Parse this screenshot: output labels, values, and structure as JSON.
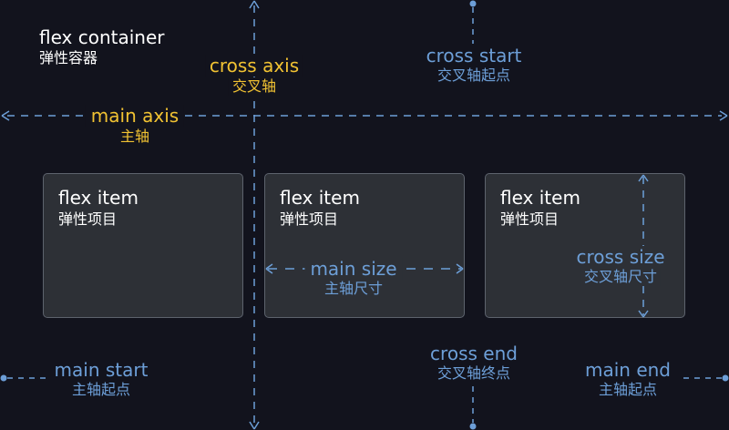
{
  "container": {
    "title_en": "flex container",
    "title_zh": "弹性容器"
  },
  "cross_axis": {
    "en": "cross axis",
    "zh": "交叉轴"
  },
  "main_axis": {
    "en": "main axis",
    "zh": "主轴"
  },
  "cross_start": {
    "en": "cross start",
    "zh": "交叉轴起点"
  },
  "cross_end": {
    "en": "cross end",
    "zh": "交叉轴终点"
  },
  "main_start": {
    "en": "main start",
    "zh": "主轴起点"
  },
  "main_end": {
    "en": "main end",
    "zh": "主轴起点"
  },
  "main_size": {
    "en": "main size",
    "zh": "主轴尺寸"
  },
  "cross_size": {
    "en": "cross size",
    "zh": "交叉轴尺寸"
  },
  "items": [
    {
      "en": "flex item",
      "zh": "弹性项目"
    },
    {
      "en": "flex item",
      "zh": "弹性项目"
    },
    {
      "en": "flex item",
      "zh": "弹性项目"
    }
  ],
  "colors": {
    "background": "#12131d",
    "axis_line": "#6d9fd8",
    "axis_label": "#f1c232",
    "text": "#ffffff",
    "item_fill": "#2d3036",
    "item_border": "#5d636d"
  }
}
